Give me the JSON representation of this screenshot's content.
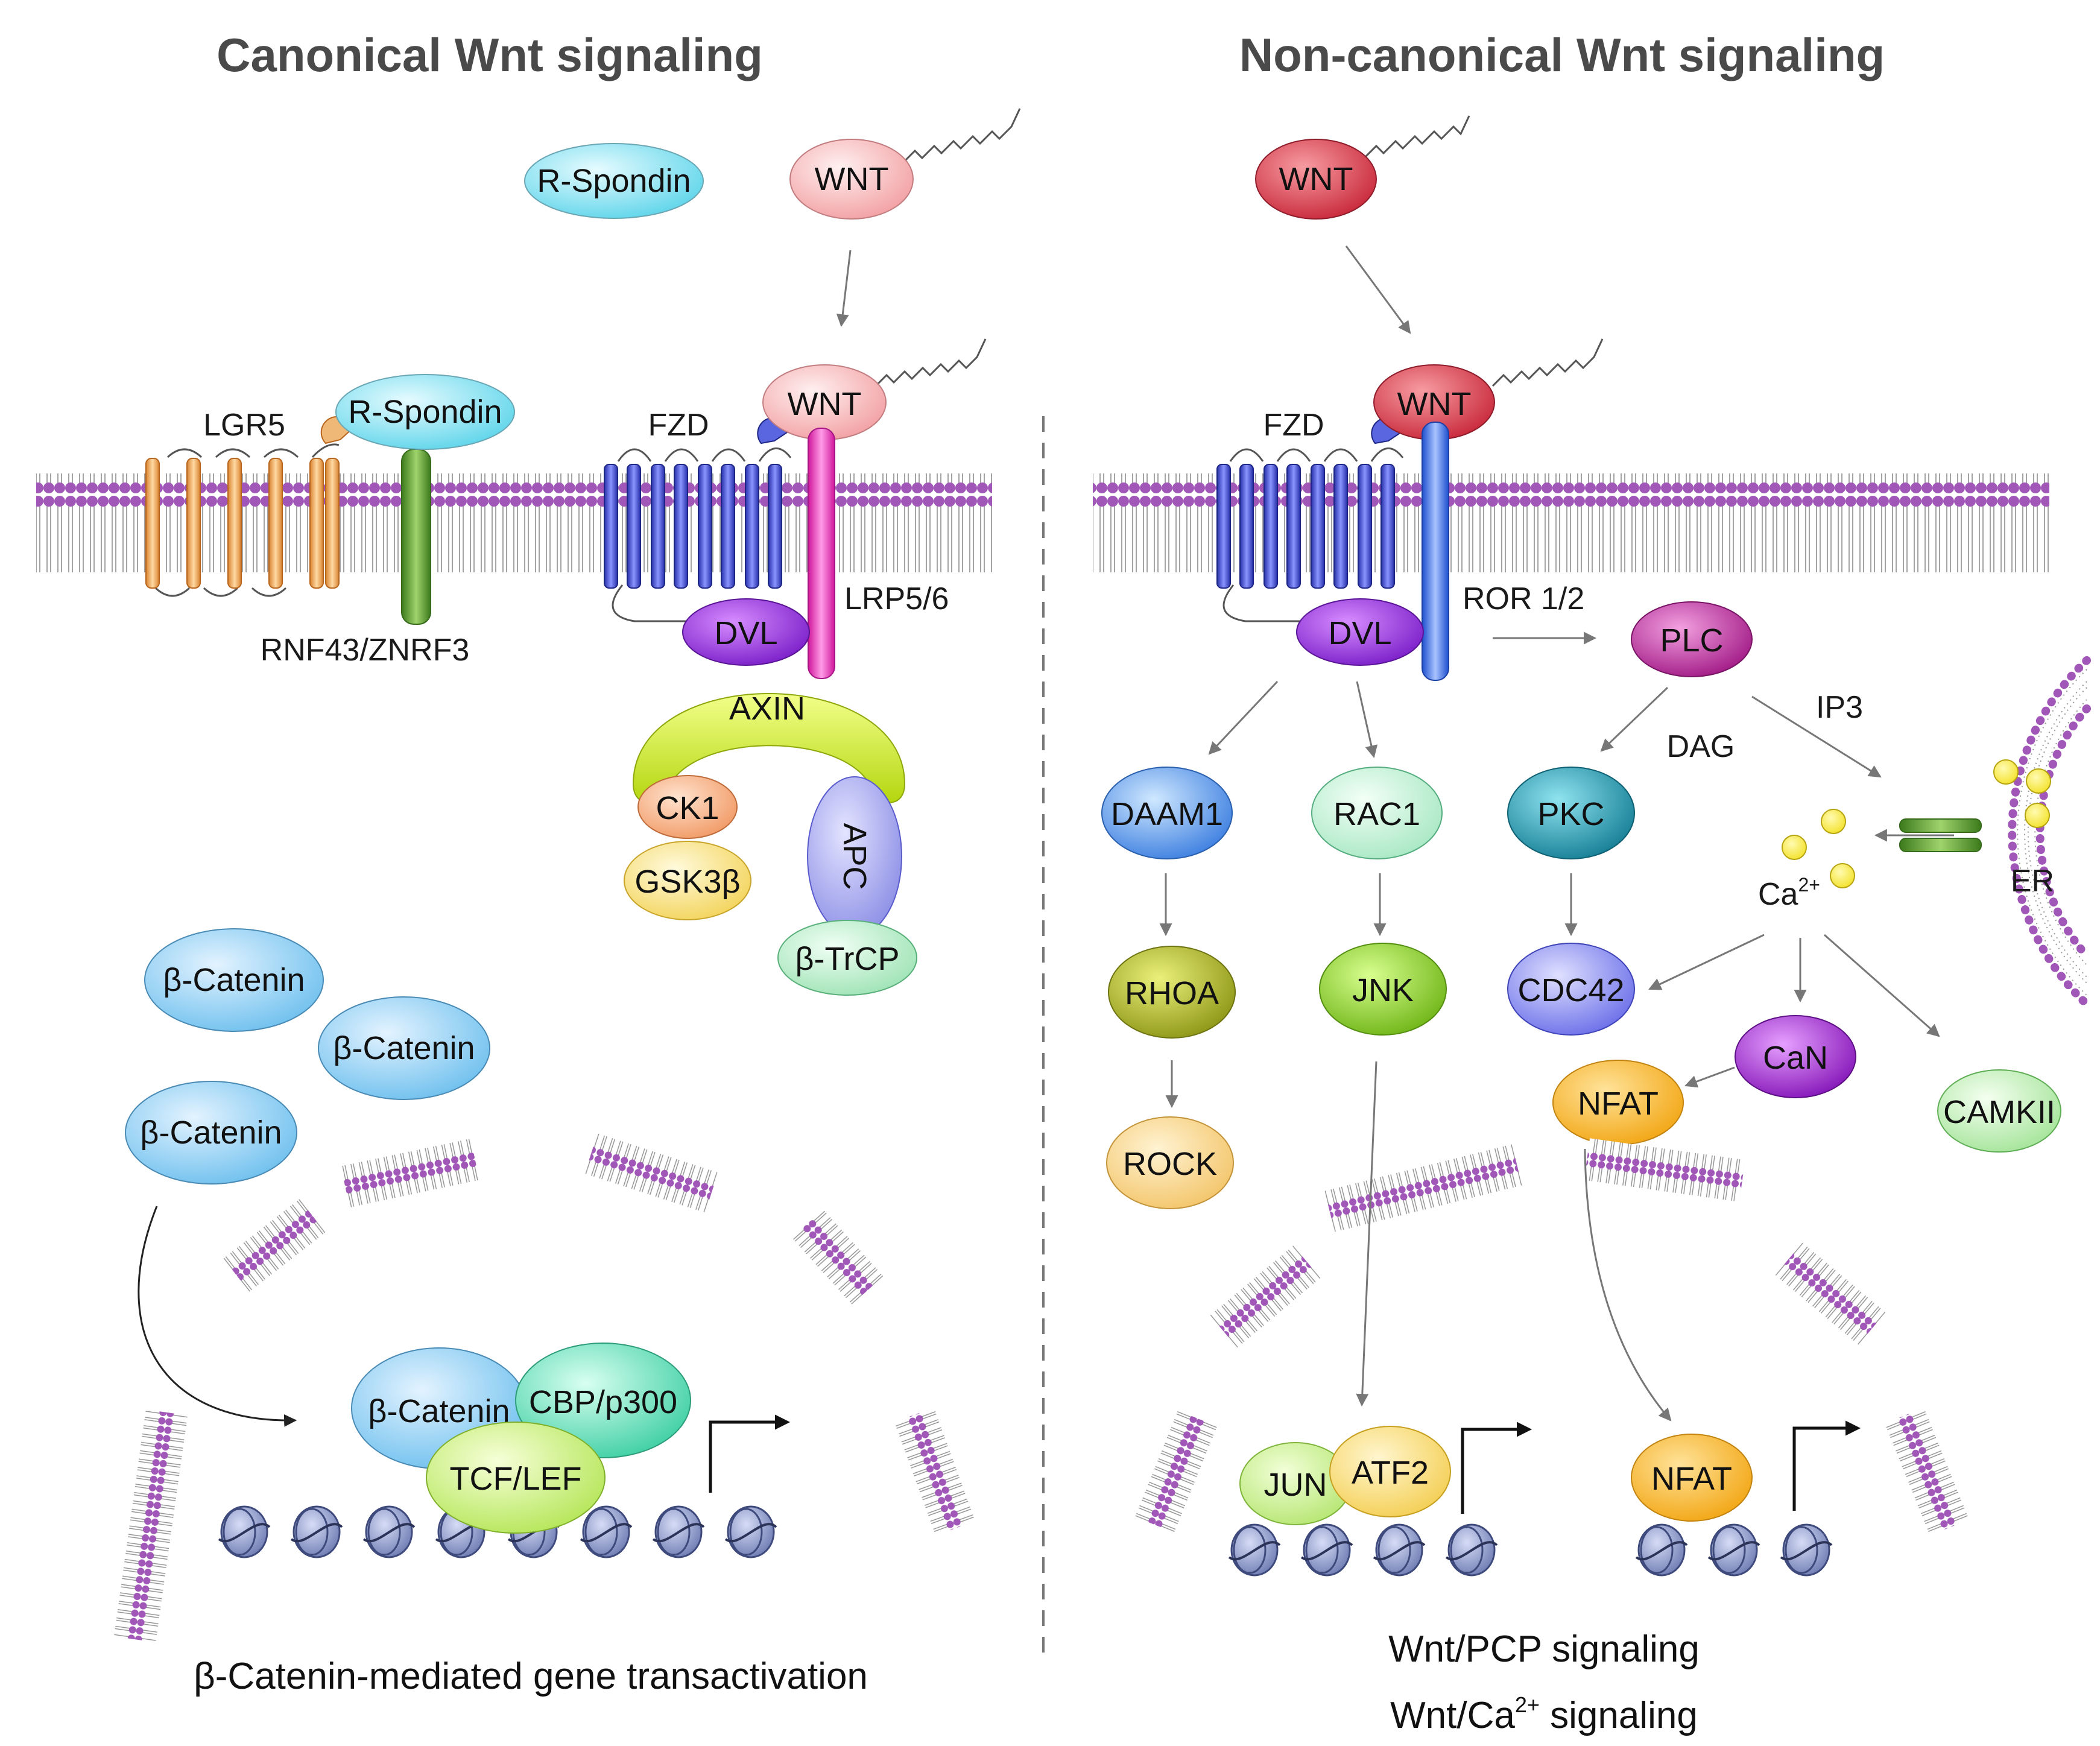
{
  "titles": {
    "canonical": "Canonical Wnt signaling",
    "noncanonical": "Non-canonical Wnt signaling"
  },
  "canonical": {
    "r_spondin_free": "R-Spondin",
    "wnt_free": "WNT",
    "wnt_bound": "WNT",
    "r_spondin_bound": "R-Spondin",
    "lgr5": "LGR5",
    "rnf43": "RNF43/ZNRF3",
    "fzd": "FZD",
    "lrp": "LRP5/6",
    "dvl": "DVL",
    "axin": "AXIN",
    "ck1": "CK1",
    "gsk3b": "GSK3β",
    "apc": "APC",
    "btrcp": "β-TrCP",
    "bcat1": "β-Catenin",
    "bcat2": "β-Catenin",
    "bcat3": "β-Catenin",
    "bcat_nuc": "β-Catenin",
    "cbp": "CBP/p300",
    "tcf": "TCF/LEF",
    "caption": "β-Catenin-mediated gene transactivation"
  },
  "noncanonical": {
    "wnt_free": "WNT",
    "wnt_bound": "WNT",
    "fzd": "FZD",
    "ror": "ROR 1/2",
    "dvl": "DVL",
    "plc": "PLC",
    "ip3": "IP3",
    "dag": "DAG",
    "daam1": "DAAM1",
    "rac1": "RAC1",
    "pkc": "PKC",
    "er": "ER",
    "ca": "Ca",
    "ca_sup": "2+",
    "rhoa": "RHOA",
    "jnk": "JNK",
    "cdc42": "CDC42",
    "can": "CaN",
    "nfat_cyto": "NFAT",
    "camkii": "CAMKII",
    "rock": "ROCK",
    "jun": "JUN",
    "atf2": "ATF2",
    "nfat_nuc": "NFAT",
    "caption1": "Wnt/PCP signaling",
    "caption2_main": "Wnt/Ca",
    "caption2_sup": "2+",
    "caption2_end": " signaling"
  }
}
